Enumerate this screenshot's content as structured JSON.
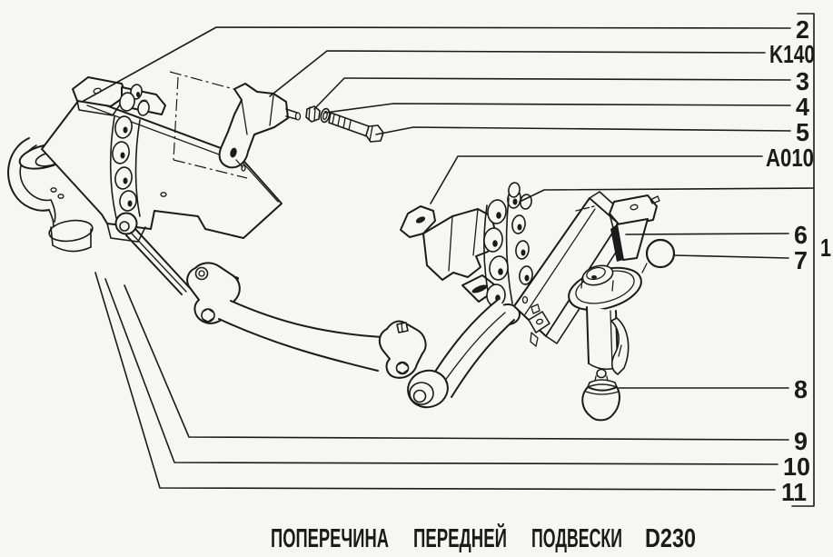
{
  "colors": {
    "paper": "#f6f6f3",
    "ink": "#1b1b1b"
  },
  "callouts": [
    {
      "part": "upper-mounting-pad",
      "label": "2"
    },
    {
      "part": "stamped-bracket",
      "label": "K140"
    },
    {
      "part": "nut",
      "label": "3"
    },
    {
      "part": "lock-washer",
      "label": "4"
    },
    {
      "part": "long-bolt",
      "label": "5"
    },
    {
      "part": "crossmember-bracket",
      "label": "A010"
    },
    {
      "part": "support-bracket",
      "label": "6"
    },
    {
      "part": "buffer-ball",
      "label": "7"
    },
    {
      "part": "crossmember-assembly",
      "label": "1"
    },
    {
      "part": "bump-stop",
      "label": "8"
    },
    {
      "part": "pivot-bolt",
      "label": "9"
    },
    {
      "part": "washers",
      "label": "10"
    },
    {
      "part": "pivot-nut",
      "label": "11"
    }
  ],
  "caption": {
    "words": [
      "ПОПЕРЕЧИНА",
      "ПЕРЕДНЕЙ",
      "ПОДВЕСКИ",
      "D230"
    ]
  }
}
